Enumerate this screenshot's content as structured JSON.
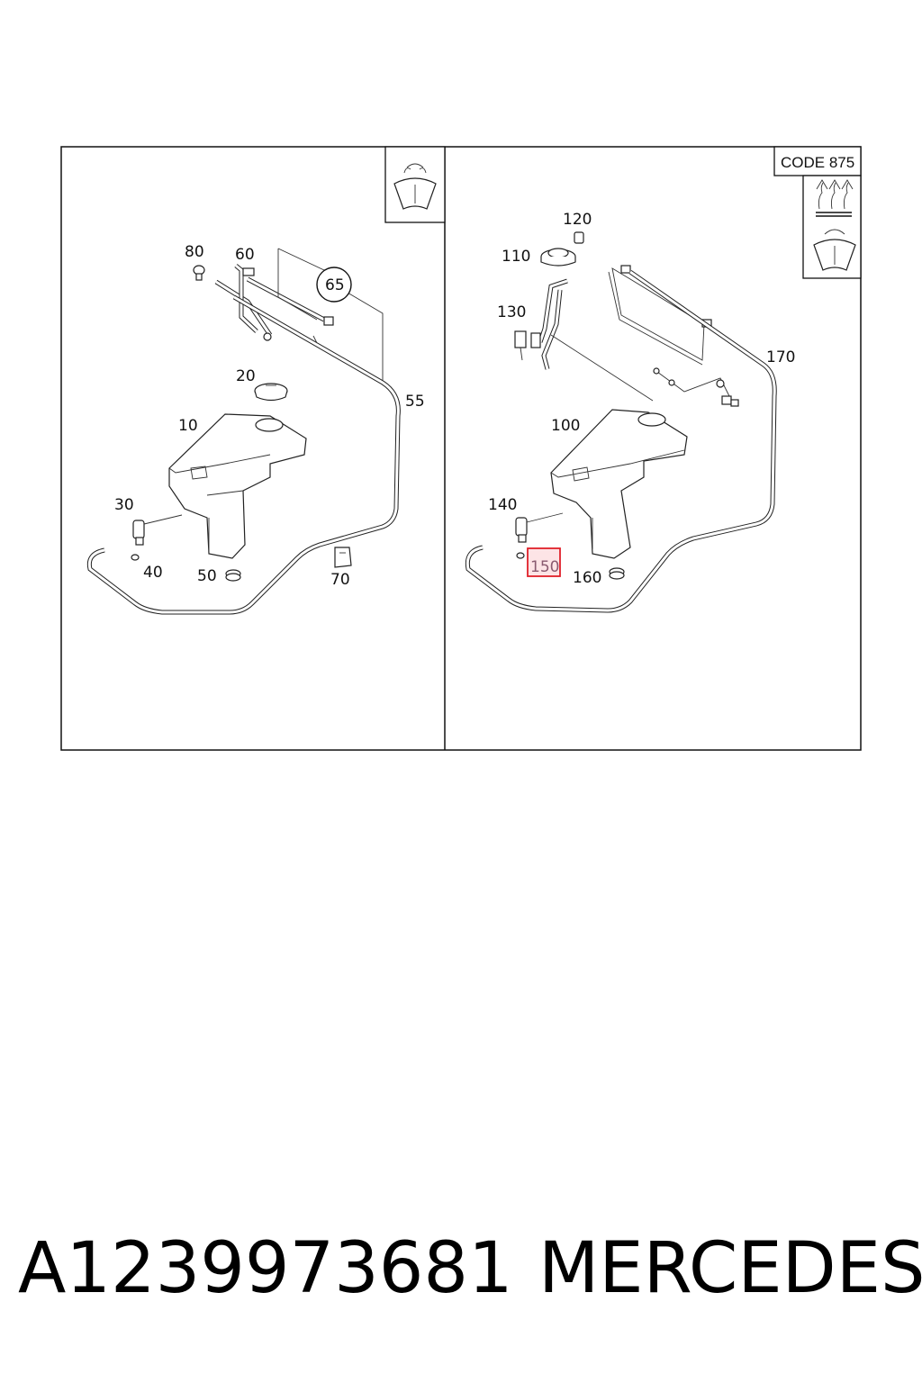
{
  "code_box": {
    "label": "CODE 875"
  },
  "left_panel": {
    "callouts": [
      {
        "id": "c80",
        "text": "80"
      },
      {
        "id": "c60",
        "text": "60"
      },
      {
        "id": "c65",
        "text": "65"
      },
      {
        "id": "c20",
        "text": "20"
      },
      {
        "id": "c55",
        "text": "55"
      },
      {
        "id": "c10",
        "text": "10"
      },
      {
        "id": "c30",
        "text": "30"
      },
      {
        "id": "c40",
        "text": "40"
      },
      {
        "id": "c50",
        "text": "50"
      },
      {
        "id": "c70",
        "text": "70"
      }
    ]
  },
  "right_panel": {
    "callouts": [
      {
        "id": "c120",
        "text": "120"
      },
      {
        "id": "c110",
        "text": "110"
      },
      {
        "id": "c130",
        "text": "130"
      },
      {
        "id": "c170",
        "text": "170"
      },
      {
        "id": "c100",
        "text": "100"
      },
      {
        "id": "c140",
        "text": "140"
      },
      {
        "id": "c150",
        "text": "150",
        "highlighted": true
      },
      {
        "id": "c160",
        "text": "160"
      }
    ]
  },
  "footer": {
    "part_number": "A1239973681",
    "brand": "MERCEDES"
  },
  "colors": {
    "highlight_box": "#e0202a",
    "highlight_fill": "#fde4e6"
  },
  "icons": [
    "windshield-washer-icon",
    "heated-washer-icon"
  ]
}
